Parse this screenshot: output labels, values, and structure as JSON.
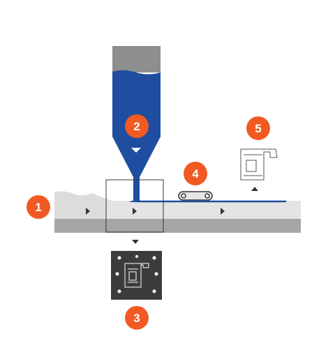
{
  "steps": [
    {
      "label": "1"
    },
    {
      "label": "2"
    },
    {
      "label": "3"
    },
    {
      "label": "4"
    },
    {
      "label": "5"
    }
  ],
  "colors": {
    "badge": "#f15a22",
    "resin_blue": "#1f4ea1",
    "hopper_gray": "#8e8e8e",
    "belt_gray": "#a6a6a6",
    "powder": "#dcdcdc",
    "mold_dark": "#3c3c3c",
    "arrow": "#333333"
  },
  "icons": {
    "flow_arrow": "triangle-right-icon",
    "down_arrow": "triangle-down-icon",
    "up_arrow": "triangle-up-icon",
    "part": "molded-part-icon",
    "roller": "roller-icon"
  }
}
